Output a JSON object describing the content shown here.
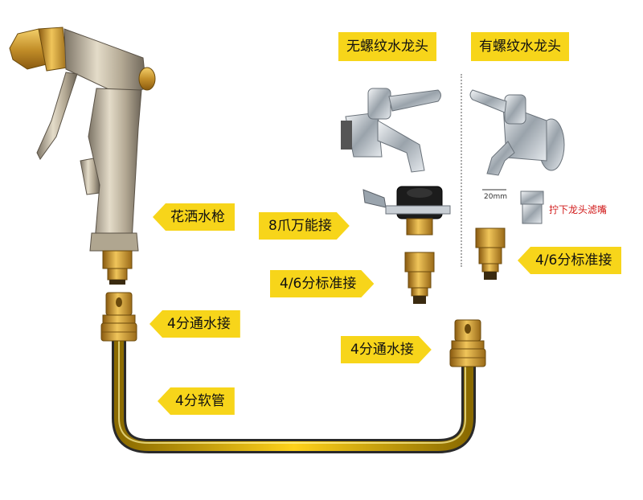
{
  "labels": {
    "spray_gun": "花洒水枪",
    "eight_claw": "8爪万能接",
    "standard_adapter_left": "4/6分标准接",
    "standard_adapter_right": "4/6分标准接",
    "hose_connector_left": "4分通水接",
    "hose_connector_right": "4分通水接",
    "hose": "4分软管",
    "no_thread_tap": "无螺纹水龙头",
    "threaded_tap": "有螺纹水龙头"
  },
  "notes": {
    "remove_filter": "拧下龙头滤嘴",
    "dimension": "20mm"
  },
  "colors": {
    "tag": "#f7d51a",
    "brass": "#c9962a",
    "hose_yellow": "#f2c200",
    "chrome": "#c8cdd2",
    "note": "#d01818"
  }
}
